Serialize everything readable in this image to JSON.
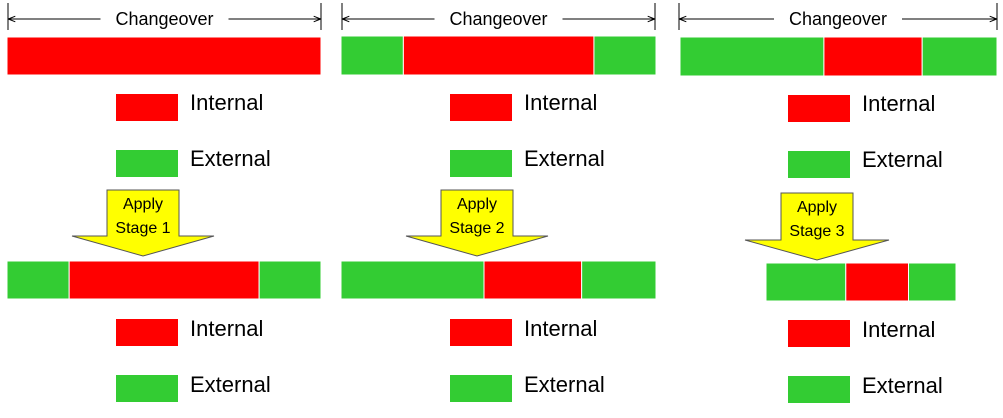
{
  "colors": {
    "internal": "#ff0000",
    "external": "#33cc33",
    "arrow": "#ffff00"
  },
  "labels": {
    "changeover": "Changeover",
    "internal": "Internal",
    "external": "External"
  },
  "panels": [
    {
      "top_bar": [
        "internal"
      ],
      "top_fractions": [
        1.0
      ],
      "arrow_text": [
        "Apply",
        "Stage 1"
      ],
      "bottom_bar": [
        "external",
        "internal",
        "external"
      ],
      "bottom_fractions": [
        0.198,
        0.605,
        0.197
      ]
    },
    {
      "top_bar": [
        "external",
        "internal",
        "external"
      ],
      "top_fractions": [
        0.198,
        0.605,
        0.197
      ],
      "arrow_text": [
        "Apply",
        "Stage 2"
      ],
      "bottom_bar": [
        "external",
        "internal",
        "external"
      ],
      "bottom_fractions": [
        0.454,
        0.31,
        0.236
      ]
    },
    {
      "top_bar": [
        "external",
        "internal",
        "external"
      ],
      "top_fractions": [
        0.454,
        0.31,
        0.236
      ],
      "arrow_text": [
        "Apply",
        "Stage 3"
      ],
      "bottom_bar": [
        "external",
        "internal",
        "external"
      ],
      "bottom_fractions": [
        0.42,
        0.33,
        0.25
      ]
    }
  ]
}
